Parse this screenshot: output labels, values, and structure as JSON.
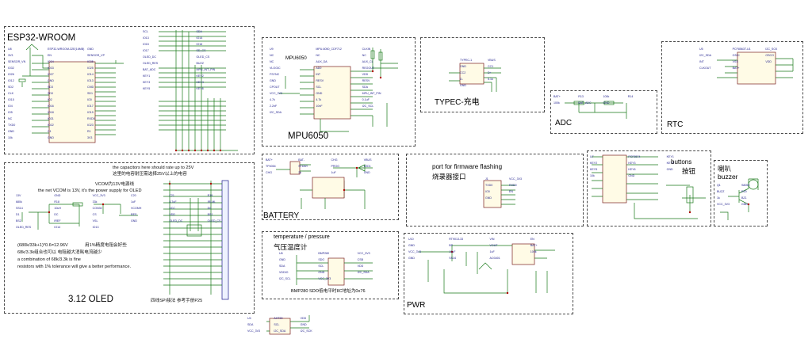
{
  "sections": {
    "esp32": {
      "title": "ESP32-WROOM"
    },
    "oled": {
      "title": "3.12 OLED",
      "notes": [
        "the capacitors here should rate up to 25V",
        "这里的电容耐压需选择25V以上的电容",
        "VCOM为13V电源线",
        "the net VCOM is 13V, it's the power supply for OLED",
        "(680k/33k+1)*0.6=12.96V",
        "用1%精度电阻会好些",
        "68k/3.3k组合也可以 电阻越大消耗电流越少",
        "a combination of 68k/3.3k is fine",
        "resistors with 1% tolerance will give a better performance.",
        "四线SPI接法 参考手册P25"
      ]
    },
    "mpu": {
      "title": "MPU6050",
      "chip": "MPU6050"
    },
    "typec": {
      "title": "TYPEC-充电"
    },
    "adc": {
      "title": "ADC"
    },
    "rtc": {
      "title": "RTC"
    },
    "battery": {
      "title": "BATTERY"
    },
    "flash": {
      "title_en": "port for firmware flashing",
      "title_cn": "烧录器接口"
    },
    "buttons": {
      "title_en": "buttons",
      "title_cn": "按钮"
    },
    "buzzer": {
      "title_cn": "喇叭",
      "title_en": "buzzer"
    },
    "temp": {
      "title_en": "temperature / pressure",
      "title_cn": "气压温度计",
      "note": "BMP280 SDO低电平时IIC地址为0x76"
    },
    "pwr": {
      "title": "PWR"
    }
  },
  "labels": {
    "esp32": [
      "U8",
      "ESP32-WROOM-32E(16MB)",
      "GND",
      "3V3",
      "EN",
      "SENSOR_VP",
      "SENSOR_VN",
      "IO34",
      "IO35",
      "IO32",
      "IO33",
      "IO25",
      "IO26",
      "IO27",
      "IO14",
      "IO12",
      "GND",
      "IO13",
      "SD2",
      "SD3",
      "CMD",
      "CLK",
      "SD0",
      "SD1",
      "IO15",
      "IO2",
      "IO0",
      "IO4",
      "IO16",
      "IO17",
      "IO5",
      "IO18",
      "IO19",
      "NC",
      "IO21",
      "RXD0",
      "TXD0",
      "IO22",
      "IO23",
      "GND",
      "C1",
      "R1",
      "10k",
      "GND",
      "3V3"
    ],
    "netlist": [
      "SCL",
      "SDA",
      "IO13",
      "IO14",
      "IO15",
      "IO16",
      "IO17",
      "SD_CS",
      "OLED_DC",
      "OLED_CS",
      "OLED_RES",
      "BUZZ",
      "BAT_ADC",
      "MPU_INT_PIN",
      "KEY1",
      "KEY2",
      "KEY3",
      "KEY4",
      "KEY5",
      "KEY6"
    ],
    "mpu": [
      "U9",
      "MPU-6050_CDF712",
      "CLKIN",
      "NC",
      "NC",
      "NC",
      "NC",
      "AUX_DA",
      "AUX_CL",
      "VLOGIC",
      "AD0",
      "REGOUT",
      "FSYNC",
      "INT",
      "VDD",
      "GND",
      "RESV",
      "RESV",
      "CPOUT",
      "SCL",
      "SDA",
      "VCC_3V3",
      "GND",
      "MPU_INT_PIN",
      "4.7k",
      "4.7k",
      "0.1uF",
      "2.2nF",
      "10nF",
      "I2C_SCL",
      "I2C_SDA"
    ],
    "typec": [
      "TYPEC-1",
      "VBUS",
      "GND",
      "CC1",
      "CC2",
      "D+",
      "D-",
      "5.1k",
      "GND"
    ],
    "adc": [
      "BAT+",
      "R13",
      "100k",
      "R14",
      "100k",
      "BAT_ADC",
      "GND"
    ],
    "rtc": [
      "U5",
      "PCF8563T-U1",
      "I2C_SCK",
      "I2C_SDA",
      "OSCI",
      "OSCO",
      "INT",
      "VSS",
      "VDD",
      "CLKOUT",
      "BAT+"
    ],
    "oled": [
      "13V",
      "GND",
      "VCC_3V3",
      "C20",
      "C21",
      "R19",
      "680k",
      "R18",
      "33k",
      "1uF",
      "4.7uF",
      "IRLML",
      "SS14",
      "10uH",
      "CON30",
      "VCOMH",
      "VCC",
      "D0",
      "D1",
      "DC",
      "CS",
      "RES",
      "VDD",
      "BS1",
      "BS2",
      "IREF",
      "VSL",
      "GND",
      "OLED_DC",
      "OLED_CS",
      "OLED_RES",
      "IO14",
      "IO13"
    ],
    "battery": [
      "BAT+",
      "BAT-",
      "CHG",
      "VBUS",
      "TP4054",
      "STDBY",
      "PROG",
      "LED1",
      "CHG",
      "2k",
      "1uF",
      "GND"
    ],
    "flash": [
      "J1",
      "VCC_3V3",
      "TXD0",
      "RXD0",
      "IO0",
      "EN",
      "GND"
    ],
    "buttons": [
      "U7",
      "PCF8574",
      "KEY1",
      "KEY2",
      "KEY3",
      "KEY4",
      "KEY5",
      "KEY6",
      "GND",
      "10k",
      "GND"
    ],
    "buzzer": [
      "Q1",
      "S8050",
      "BUZZ",
      "R20",
      "1k",
      "BZ1",
      "VCC_3V3",
      "GND"
    ],
    "temp": [
      "U6",
      "BMP280",
      "VCC_3V3",
      "GND",
      "SDO",
      "CSB",
      "SDA",
      "SCL",
      "VDD",
      "VDDIO",
      "GND",
      "I2C_SDA",
      "I2C_SCL",
      "VCC_3V3"
    ],
    "pwr": [
      "U10",
      "RT9013-33",
      "VIN",
      "EN",
      "GND",
      "BP",
      "VOUT",
      "BAT+",
      "VCC_3V3",
      "10uF",
      "1uF",
      "100k",
      "GND",
      "SS34",
      "AO3401"
    ],
    "bottom": [
      "U4",
      "AHT20",
      "VDD",
      "SDA",
      "SCL",
      "GND",
      "VCC_3V3",
      "I2C_SDA",
      "I2C_SCK"
    ]
  },
  "colors": {
    "wire": "#1a7a1a",
    "net_label": "#1a1a8a",
    "section_border": "#4a4a4a",
    "junction": "#b00000"
  }
}
